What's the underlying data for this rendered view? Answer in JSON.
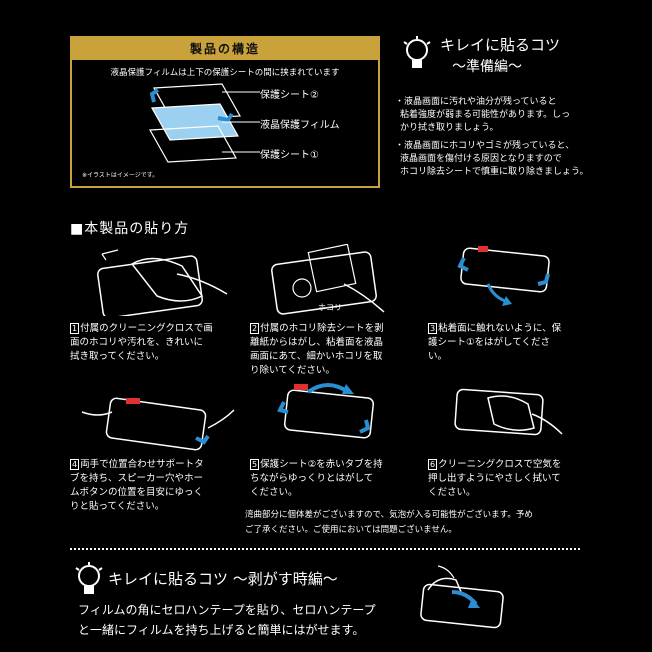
{
  "structure": {
    "title": "製品の構造",
    "description": "液晶保護フィルムは上下の保護シートの間に挟まれています",
    "layers": [
      "保護シート②",
      "液晶保護フィルム",
      "保護シート①"
    ],
    "note": "※イラストはイメージです。"
  },
  "tips_prep": {
    "title": "キレイに貼るコツ",
    "subtitle": "〜準備編〜",
    "lines": [
      "・液晶画面に汚れや油分が残っていると",
      "粘着強度が弱まる可能性があります。しっ",
      "かり拭き取りましょう。",
      "・液晶画面にホコリやゴミが残っていると、",
      "液晶画面を傷付ける原因となりますので",
      "ホコリ除去シートで慎重に取り除きましょう。"
    ]
  },
  "howto": {
    "title": "■本製品の貼り方",
    "hokori_label": "ホコリ",
    "steps": [
      {
        "num": "1",
        "lines": [
          "付属のクリーニングクロスで画",
          "面のホコリや汚れを、きれいに",
          "拭き取ってください。"
        ]
      },
      {
        "num": "2",
        "lines": [
          "付属のホコリ除去シートを剥",
          "離紙からはがし、粘着面を液晶",
          "画面にあて、細かいホコリを取",
          "り除いてください。"
        ]
      },
      {
        "num": "3",
        "lines": [
          "粘着面に触れないように、保",
          "護シート①をはがしてくださ",
          "い。"
        ]
      },
      {
        "num": "4",
        "lines": [
          "両手で位置合わせサポートタ",
          "ブを持ち、スピーカー穴やホー",
          "ムボタンの位置を目安にゆっく",
          "りと貼ってください。"
        ]
      },
      {
        "num": "5",
        "lines": [
          "保護シート②を赤いタブを持",
          "ちながらゆっくりとはがして",
          "ください。"
        ]
      },
      {
        "num": "6",
        "lines": [
          "クリーニングクロスで空気を",
          "押し出すようにやさしく拭いて",
          "ください。"
        ]
      }
    ],
    "notice_lines": [
      "湾曲部分に個体差がございますので、気泡が入る可能性がございます。予め",
      "ご了承ください。ご使用においては問題ございません。"
    ]
  },
  "tips_peel": {
    "title": "キレイに貼るコツ 〜剥がす時編〜",
    "lines": [
      "フィルムの角にセロハンテープを貼り、セロハンテープ",
      "と一緒にフィルムを持ち上げると簡単にはがせます。"
    ]
  },
  "colors": {
    "gold": "#c9a23c",
    "accent_blue": "#2a8fd0",
    "tab_red": "#e03030"
  }
}
